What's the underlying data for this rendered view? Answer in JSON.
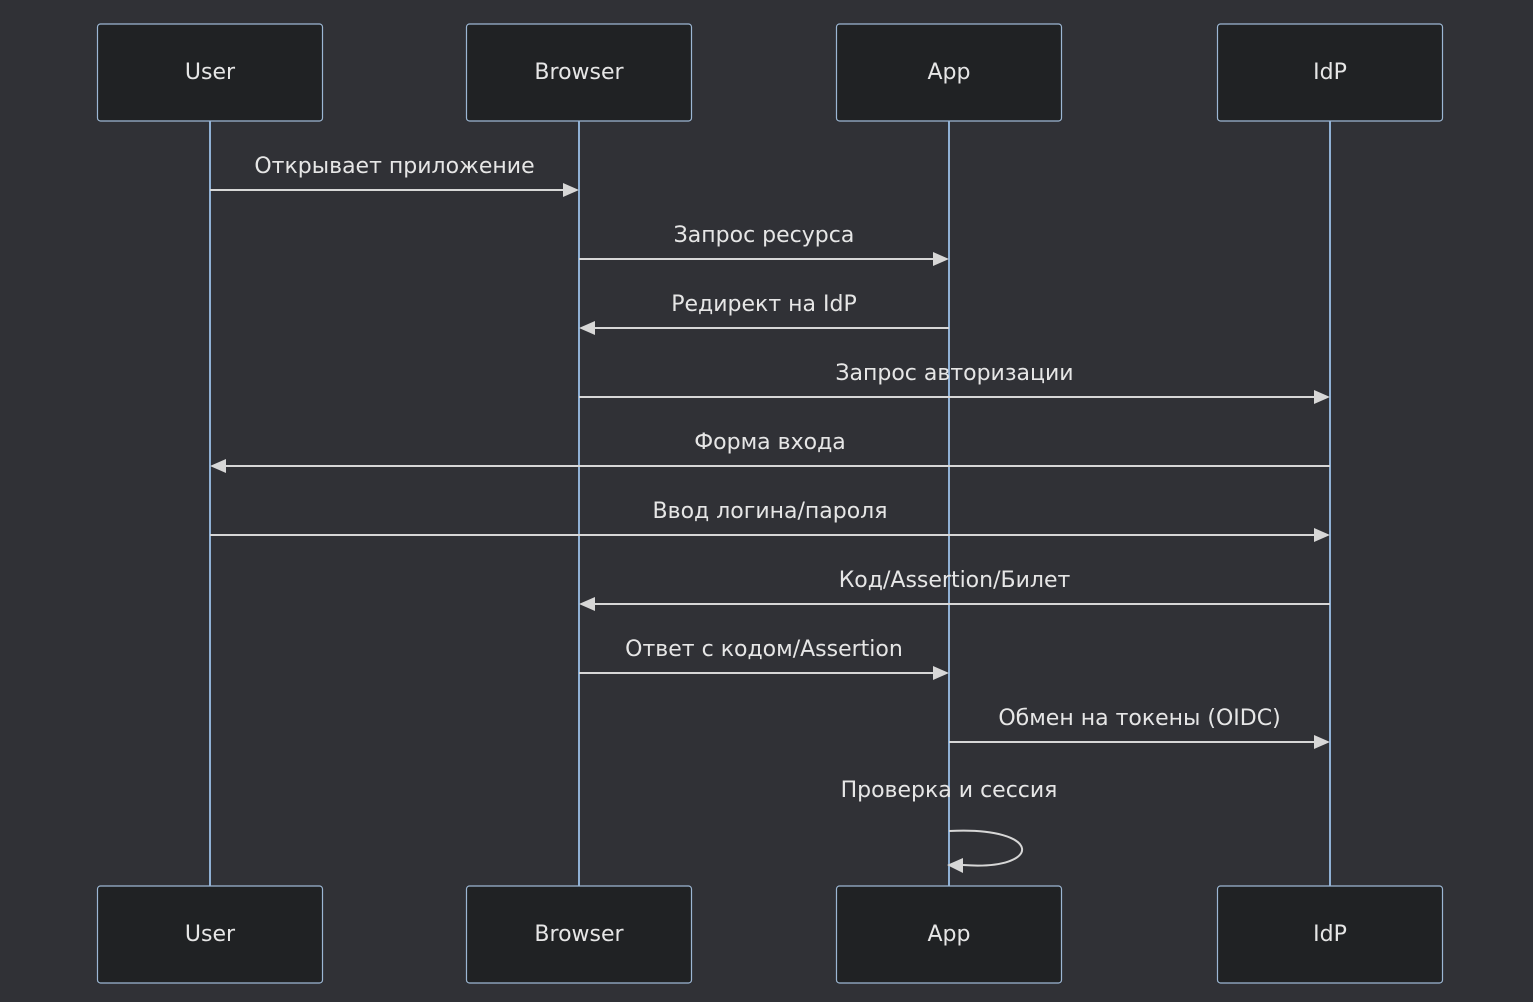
{
  "participants": [
    {
      "id": "user",
      "label": "User"
    },
    {
      "id": "browser",
      "label": "Browser"
    },
    {
      "id": "app",
      "label": "App"
    },
    {
      "id": "idp",
      "label": "IdP"
    }
  ],
  "messages": [
    {
      "from": "user",
      "to": "browser",
      "label": "Открывает приложение"
    },
    {
      "from": "browser",
      "to": "app",
      "label": "Запрос ресурса"
    },
    {
      "from": "app",
      "to": "browser",
      "label": "Редирект на IdP"
    },
    {
      "from": "browser",
      "to": "idp",
      "label": "Запрос авторизации"
    },
    {
      "from": "idp",
      "to": "user",
      "label": "Форма входа"
    },
    {
      "from": "user",
      "to": "idp",
      "label": "Ввод логина/пароля"
    },
    {
      "from": "idp",
      "to": "browser",
      "label": "Код/Assertion/Билет"
    },
    {
      "from": "browser",
      "to": "app",
      "label": "Ответ с кодом/Assertion"
    },
    {
      "from": "app",
      "to": "idp",
      "label": "Обмен на токены (OIDC)"
    },
    {
      "from": "app",
      "to": "app",
      "label": "Проверка и сессия"
    }
  ],
  "colors": {
    "background": "#303136",
    "actor_fill": "#202224",
    "actor_border": "#9cb7d4",
    "lifeline": "#8fb0d4",
    "message": "#d7d7d7",
    "text": "#e6e6e6"
  }
}
